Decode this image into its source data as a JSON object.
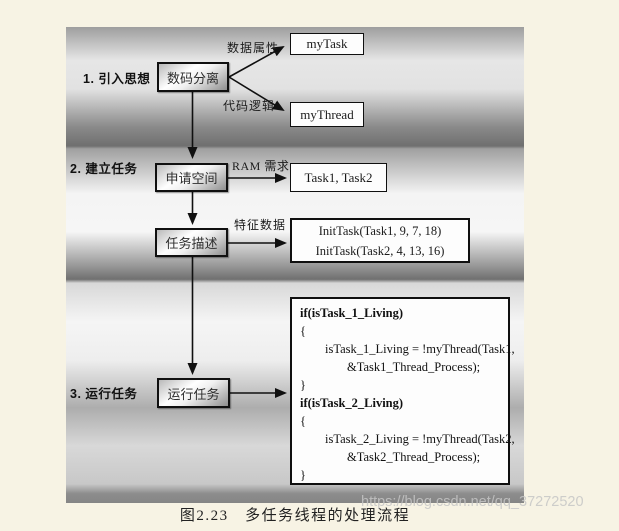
{
  "caption": "图2.23　多任务线程的处理流程",
  "watermark": "https://blog.csdn.net/qq_37272520",
  "sections": [
    {
      "label": "1. 引入思想"
    },
    {
      "label": "2. 建立任务"
    },
    {
      "label": "3. 运行任务"
    }
  ],
  "nodes": {
    "separate": "数码分离",
    "request_space": "申请空间",
    "task_desc": "任务描述",
    "run_task": "运行任务"
  },
  "outputs": {
    "my_task": "myTask",
    "my_thread": "myThread",
    "tasks": "Task1, Task2",
    "init_line1": "InitTask(Task1, 9, 7, 18)",
    "init_line2": "InitTask(Task2, 4, 13, 16)"
  },
  "edge_labels": {
    "data_attr": "数据属性",
    "code_logic": "代码逻辑",
    "ram": "RAM 需求",
    "feature": "特征数据"
  },
  "code": {
    "lines": [
      "if(isTask_1_Living)",
      "{",
      "isTask_1_Living = !myThread(Task1,",
      "&Task1_Thread_Process);",
      "}",
      "if(isTask_2_Living)",
      "{",
      "isTask_2_Living = !myThread(Task2,",
      "&Task2_Thread_Process);",
      "}"
    ]
  },
  "colors": {
    "page_bg": "#f7f3e4",
    "diagram_top_gray": "#9e9e9e",
    "box_border": "#101010",
    "watermark_gray": "#c6c6c6"
  }
}
